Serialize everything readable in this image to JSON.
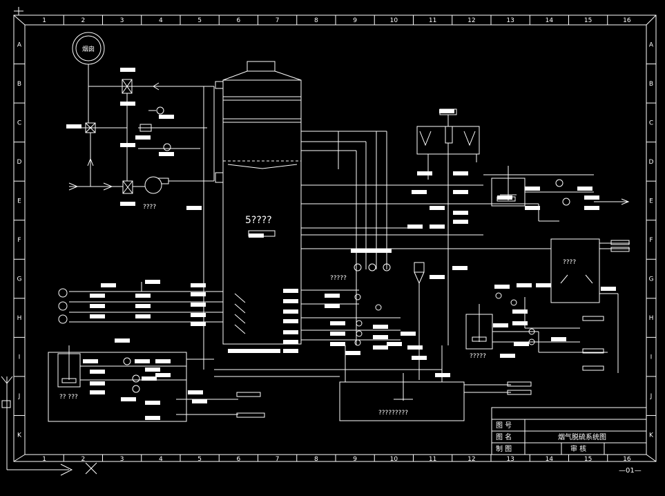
{
  "drawing": {
    "column_numbers": [
      "1",
      "2",
      "3",
      "4",
      "5",
      "6",
      "7",
      "8",
      "9",
      "10",
      "11",
      "12",
      "13",
      "14",
      "15",
      "16"
    ],
    "row_letters": [
      "A",
      "B",
      "C",
      "D",
      "E",
      "F",
      "G",
      "H",
      "I",
      "J",
      "K"
    ],
    "sheet_number": "—01—"
  },
  "title_block": {
    "drawing_no_label": "图 号",
    "drawing_name_label": "图 名",
    "drawing_name_value": "烟气脱硫系统图",
    "drawn_by_label": "制 图",
    "review_label": "审 核"
  },
  "labels": {
    "chimney": "烟囱",
    "absorber": "5????",
    "fan": "????",
    "bottom_tank": "?????????",
    "right_tank": "????",
    "mid_note": "?????",
    "left_tank": "?? ???",
    "small_tank": "?????"
  },
  "colors": {
    "line": "#ffffff",
    "background": "#000000"
  }
}
